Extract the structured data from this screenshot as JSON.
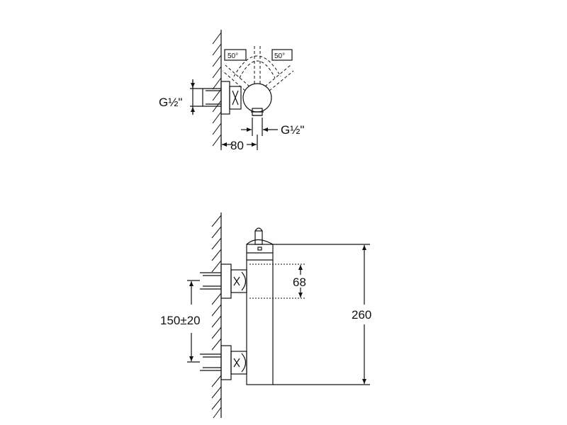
{
  "top_view": {
    "angle_left": "50°",
    "angle_right": "50°",
    "inlet_side_label": "G½\"",
    "outlet_bottom_label": "G½\"",
    "width_dim": "80"
  },
  "side_view": {
    "inlet_spacing_dim": "150±20",
    "body_dim": "68",
    "height_dim": "260"
  }
}
